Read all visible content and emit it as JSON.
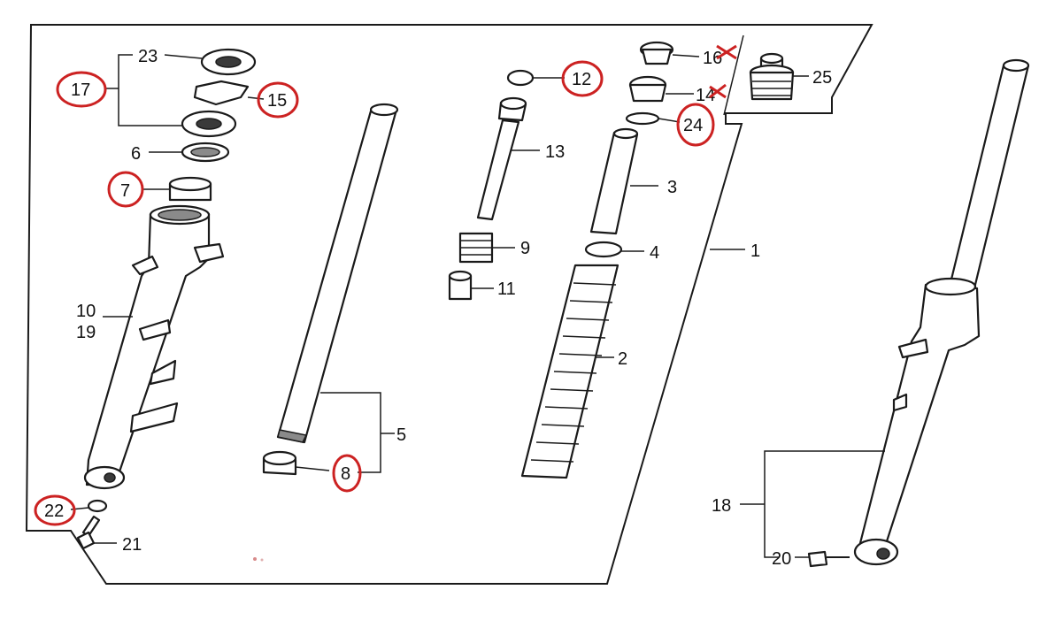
{
  "colors": {
    "annotation": "#cc2222",
    "line": "#1a1a1a"
  },
  "callouts": {
    "c1": "1",
    "c2": "2",
    "c3": "3",
    "c4": "4",
    "c5": "5",
    "c6": "6",
    "c7": "7",
    "c8": "8",
    "c9": "9",
    "c10": "10",
    "c11": "11",
    "c12": "12",
    "c13": "13",
    "c14": "14",
    "c15": "15",
    "c16": "16",
    "c17": "17",
    "c18": "18",
    "c19": "19",
    "c20": "20",
    "c21": "21",
    "c22": "22",
    "c23": "23",
    "c24": "24",
    "c25": "25"
  },
  "circled_callouts": [
    "7",
    "8",
    "12",
    "15",
    "17",
    "22",
    "24"
  ],
  "crossed_callouts": [
    "14",
    "16"
  ]
}
